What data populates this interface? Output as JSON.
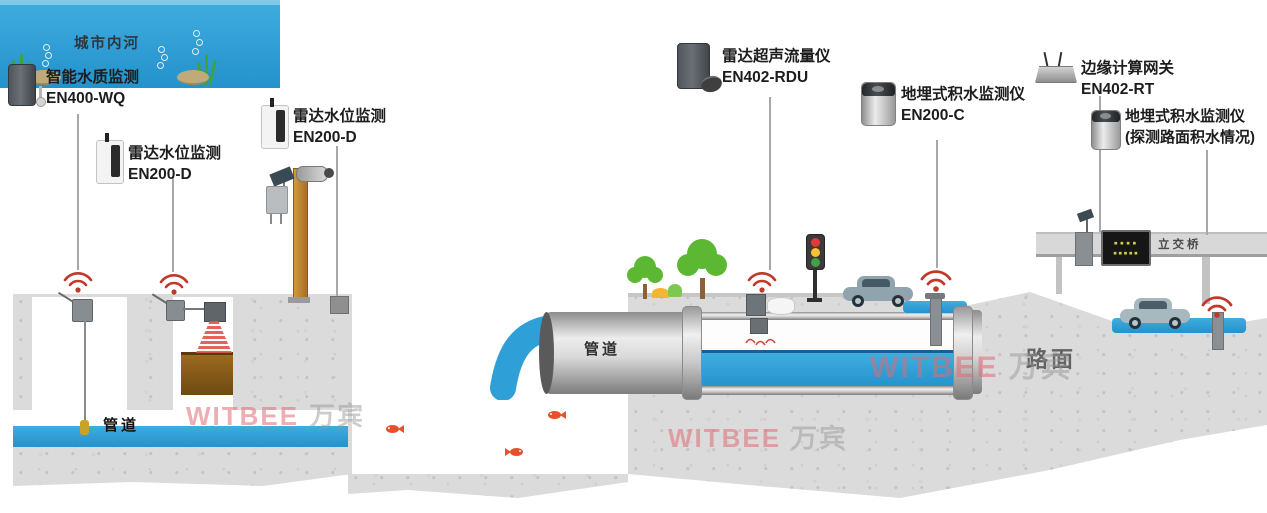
{
  "device_labels": [
    {
      "title": "智能水质监测",
      "model": "EN400-WQ",
      "icon": "water-quality-sensor-icon"
    },
    {
      "title": "雷达水位监测",
      "model": "EN200-D",
      "icon": "radar-level-sensor-icon"
    },
    {
      "title": "雷达水位监测",
      "model": "EN200-D",
      "icon": "radar-level-sensor-icon"
    },
    {
      "title": "雷达超声流量仪",
      "model": "EN402-RDU",
      "icon": "radar-ultrasonic-flowmeter-icon"
    },
    {
      "title": "地埋式积水监测仪",
      "model": "EN200-C",
      "icon": "buried-water-sensor-icon"
    },
    {
      "title": "边缘计算网关",
      "model": "EN402-RT",
      "icon": "edge-gateway-icon"
    },
    {
      "title": "地埋式积水监测仪",
      "model": "(探测路面积水情况)",
      "icon": "buried-water-sensor-icon"
    }
  ],
  "scene_labels": {
    "pipe_underground": "管道",
    "pipe_main": "管道",
    "river": "城市内河",
    "road_surface": "路面",
    "overpass": "立交桥"
  },
  "led_display": {
    "line1": "▪▪▪▪",
    "line2": "▪▪▪▪▪"
  },
  "watermark": {
    "brand": "WITBEE",
    "company": "万宾"
  },
  "colors": {
    "water": "#2f9fd8",
    "signal_red": "#c0392b",
    "watermark_pink": "#de6973",
    "cone_red": "#e05348",
    "ground": "#dbdbdb",
    "brown_tank": "#8a5e1c"
  }
}
